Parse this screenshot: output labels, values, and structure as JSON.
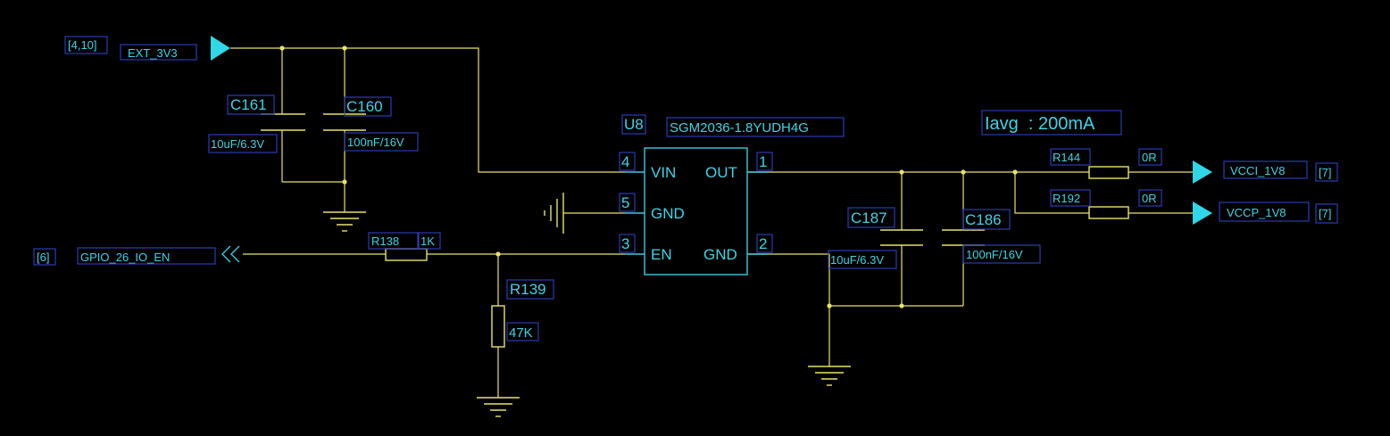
{
  "offpage_refs": {
    "ext_3v3_ref": "[4,10]",
    "gpio_ref": "[6]",
    "vcci_ref": "[7]",
    "vccp_ref": "[7]"
  },
  "nets": {
    "ext_3v3": "EXT_3V3",
    "gpio_en": "GPIO_26_IO_EN",
    "vcci": "VCCI_1V8",
    "vccp": "VCCP_1V8"
  },
  "ic": {
    "refdes": "U8",
    "part_number": "SGM2036-1.8YUDH4G",
    "pins": [
      {
        "num": "4",
        "name": "VIN"
      },
      {
        "num": "5",
        "name": "GND"
      },
      {
        "num": "3",
        "name": "EN"
      },
      {
        "num": "1",
        "name": "OUT"
      },
      {
        "num": "2",
        "name": "GND"
      }
    ]
  },
  "capacitors": [
    {
      "refdes": "C161",
      "value": "10uF/6.3V"
    },
    {
      "refdes": "C160",
      "value": "100nF/16V"
    },
    {
      "refdes": "C187",
      "value": "10uF/6.3V"
    },
    {
      "refdes": "C186",
      "value": "100nF/16V"
    }
  ],
  "resistors": [
    {
      "refdes": "R138",
      "value": "1K"
    },
    {
      "refdes": "R139",
      "value": "47K"
    },
    {
      "refdes": "R144",
      "value": "0R"
    },
    {
      "refdes": "R192",
      "value": "0R"
    }
  ],
  "note": "Iavg  : 200mA",
  "colors": {
    "background": "#000000",
    "wire": "#e8e36a",
    "label_text": "#3fd3e6",
    "label_box": "#2b3cb0",
    "port_arrow": "#2fd8e6"
  }
}
